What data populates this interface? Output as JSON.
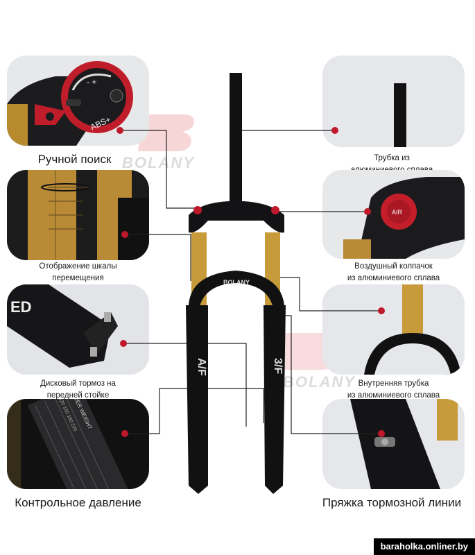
{
  "captions": {
    "manual_lockout": "Ручной поиск",
    "aluminum_tube": "Трубка из\nалюминиевого сплава",
    "travel_scale": "Отображение шкалы\nперемещения",
    "air_cap": "Воздушный колпачок\nиз алюминиевого сплава",
    "disc_brake": "Дисковый тормоз на\nпередней стойке",
    "inner_tube": "Внутренняя трубка\nиз алюминиевого сплава",
    "pressure_control": "Контрольное давление",
    "brake_buckle": "Пряжка тормозной линии"
  },
  "watermark": {
    "text": "BOLANY"
  },
  "lockout_knob_text": "ABS+",
  "air_cap_text": "AIR",
  "fork_brand": "BOLANY",
  "pressure_table_title": "RIDER WEIGHT",
  "footer": {
    "source": "baraholka.onliner.by"
  },
  "colors": {
    "accent_red": "#c0182b",
    "gold": "#c79a3a",
    "fork_black": "#111111"
  }
}
